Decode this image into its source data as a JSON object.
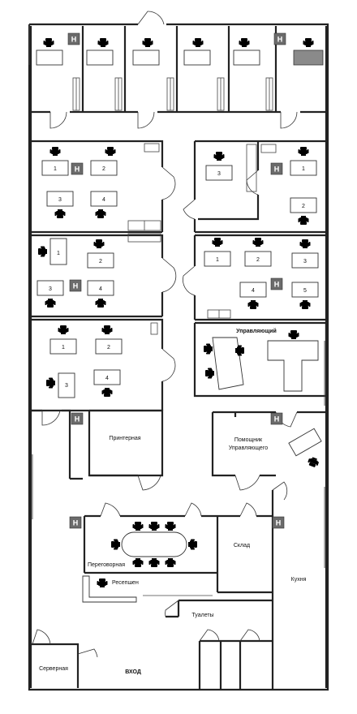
{
  "rooms": {
    "printer": "Принтерная",
    "manager": "Управляющий",
    "assistant_line1": "Помощник",
    "assistant_line2": "Управляющего",
    "meeting": "Переговорная",
    "reception": "Ресепшен",
    "storage": "Склад",
    "kitchen": "Кухня",
    "toilets": "Туалеты",
    "server": "Серверная",
    "entrance": "ВХОД"
  },
  "marker_symbol": "H",
  "desk_numbers": [
    "1",
    "2",
    "3",
    "4",
    "5"
  ],
  "colors": {
    "wall": "#222222",
    "marker_fill": "#6b6b6b",
    "highlight_desk": "#8a8a8a"
  }
}
